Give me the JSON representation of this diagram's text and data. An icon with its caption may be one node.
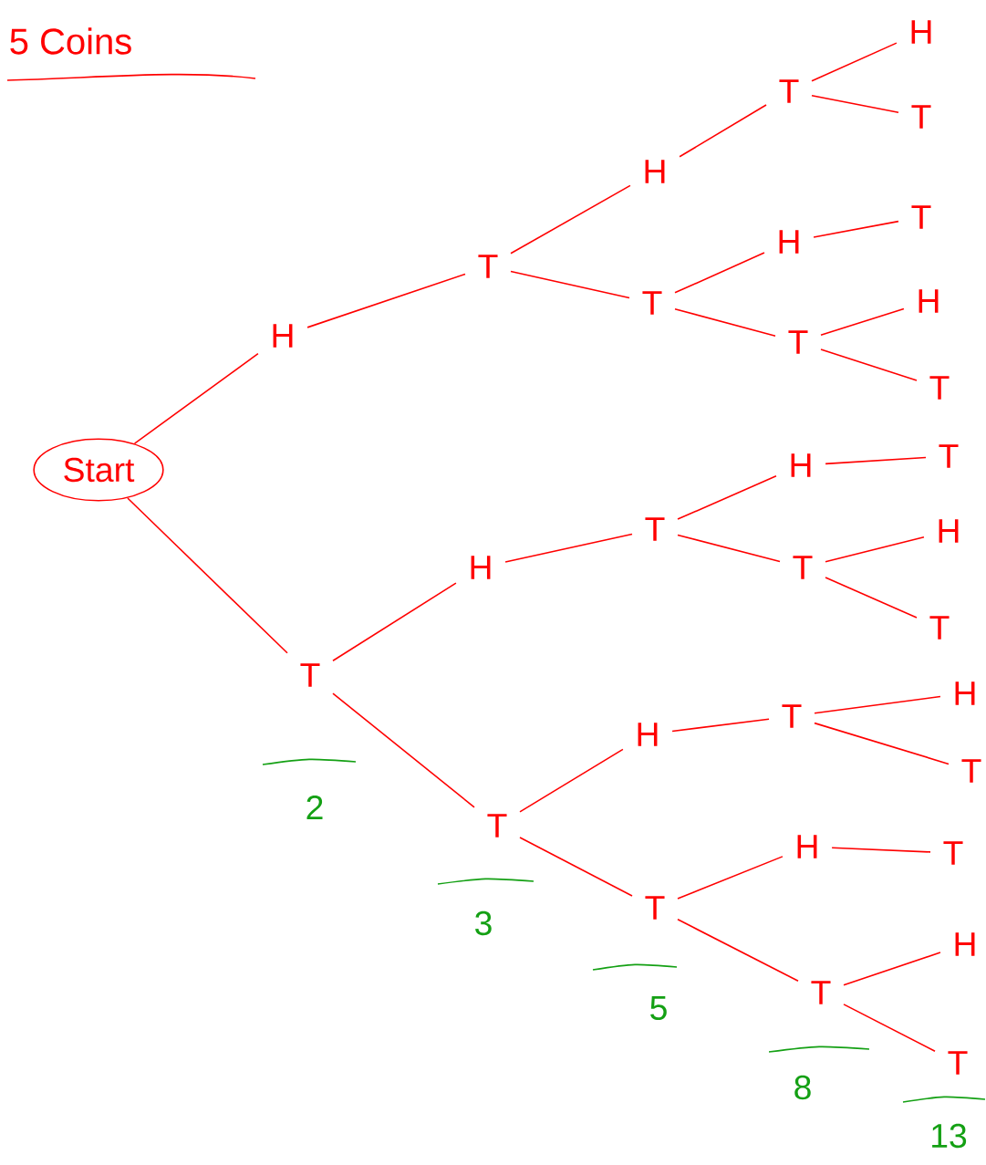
{
  "diagram": {
    "title": "5 Coins",
    "nodes": [
      {
        "text": [
          "Start"
        ]
      },
      {
        "text": [
          "H"
        ]
      },
      {
        "text": [
          "T"
        ]
      },
      {
        "text": [
          "H"
        ]
      },
      {
        "text": [
          "T"
        ]
      },
      {
        "text": [
          "H"
        ]
      },
      {
        "text": [
          "T"
        ]
      },
      {
        "text": [
          "T"
        ]
      },
      {
        "text": [
          "H"
        ]
      },
      {
        "text": [
          "T"
        ]
      },
      {
        "text": [
          "T"
        ]
      },
      {
        "text": [
          "H"
        ]
      },
      {
        "text": [
          "T"
        ]
      },
      {
        "text": [
          "T"
        ],
        "beside": [
          "2"
        ]
      },
      {
        "text": [
          "H"
        ]
      },
      {
        "text": [
          "T"
        ]
      },
      {
        "text": [
          "H"
        ]
      },
      {
        "text": [
          "T"
        ]
      },
      {
        "text": [
          "T"
        ]
      },
      {
        "text": [
          "H"
        ]
      },
      {
        "text": [
          "T"
        ]
      },
      {
        "text": [
          "T"
        ],
        "beside": [
          "3"
        ]
      },
      {
        "text": [
          "H"
        ]
      },
      {
        "text": [
          "T"
        ]
      },
      {
        "text": [
          "H"
        ]
      },
      {
        "text": [
          "T"
        ]
      },
      {
        "text": [
          "T"
        ],
        "beside": [
          "5"
        ]
      },
      {
        "text": [
          "H"
        ]
      },
      {
        "text": [
          "T"
        ]
      },
      {
        "text": [
          "T"
        ],
        "beside": [
          "8"
        ]
      },
      {
        "text": [
          "H"
        ]
      },
      {
        "text": [
          "T"
        ],
        "beside": [
          "13"
        ]
      }
    ],
    "edges": [
      {
        "from": 0,
        "to": 1,
        "arrow": "none"
      },
      {
        "from": 1,
        "to": 2,
        "arrow": "none"
      },
      {
        "from": 2,
        "to": 3,
        "arrow": "none"
      },
      {
        "from": 3,
        "to": 4,
        "arrow": "none"
      },
      {
        "from": 4,
        "to": 5,
        "arrow": "none"
      },
      {
        "from": 4,
        "to": 6,
        "arrow": "none"
      },
      {
        "from": 2,
        "to": 7,
        "arrow": "none"
      },
      {
        "from": 7,
        "to": 8,
        "arrow": "none"
      },
      {
        "from": 8,
        "to": 9,
        "arrow": "none"
      },
      {
        "from": 7,
        "to": 10,
        "arrow": "none"
      },
      {
        "from": 10,
        "to": 11,
        "arrow": "none"
      },
      {
        "from": 10,
        "to": 12,
        "arrow": "none"
      },
      {
        "from": 0,
        "to": 13,
        "arrow": "none"
      },
      {
        "from": 13,
        "to": 14,
        "arrow": "none"
      },
      {
        "from": 14,
        "to": 15,
        "arrow": "none"
      },
      {
        "from": 15,
        "to": 16,
        "arrow": "none"
      },
      {
        "from": 16,
        "to": 17,
        "arrow": "none"
      },
      {
        "from": 15,
        "to": 18,
        "arrow": "none"
      },
      {
        "from": 18,
        "to": 19,
        "arrow": "none"
      },
      {
        "from": 18,
        "to": 20,
        "arrow": "none"
      },
      {
        "from": 13,
        "to": 21,
        "arrow": "none"
      },
      {
        "from": 21,
        "to": 22,
        "arrow": "none"
      },
      {
        "from": 22,
        "to": 23,
        "arrow": "none"
      },
      {
        "from": 23,
        "to": 24,
        "arrow": "none"
      },
      {
        "from": 23,
        "to": 25,
        "arrow": "none"
      },
      {
        "from": 21,
        "to": 26,
        "arrow": "none"
      },
      {
        "from": 26,
        "to": 27,
        "arrow": "none"
      },
      {
        "from": 27,
        "to": 28,
        "arrow": "none"
      },
      {
        "from": 26,
        "to": 29,
        "arrow": "none"
      },
      {
        "from": 29,
        "to": 30,
        "arrow": "none"
      },
      {
        "from": 29,
        "to": 31,
        "arrow": "none"
      }
    ]
  }
}
